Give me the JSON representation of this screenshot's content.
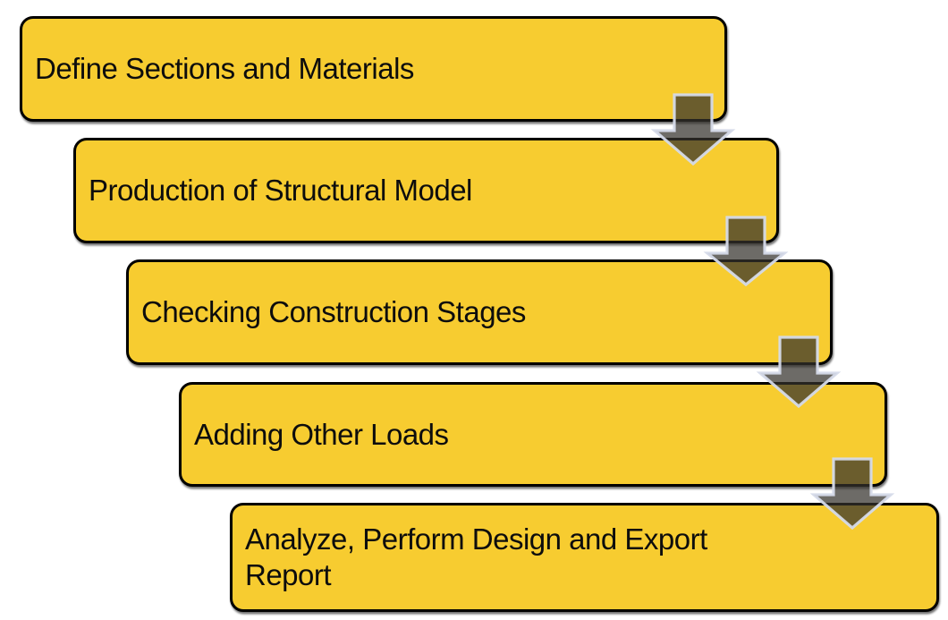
{
  "diagram": {
    "type": "process-flow",
    "direction": "top-left to bottom-right, step cascade",
    "steps": [
      {
        "label": "Define Sections and Materials"
      },
      {
        "label": "Production of Structural Model"
      },
      {
        "label": "Checking Construction Stages"
      },
      {
        "label": "Adding Other Loads"
      },
      {
        "label": "Analyze, Perform Design and Export Report"
      }
    ],
    "connector": "down-arrow"
  },
  "colors": {
    "box_fill": "#F7CC30",
    "box_border": "#000000",
    "text": "#0d0d0d",
    "arrow_fill": "rgba(52,50,44,0.72)",
    "arrow_outline": "rgba(213,218,233,0.95)"
  }
}
